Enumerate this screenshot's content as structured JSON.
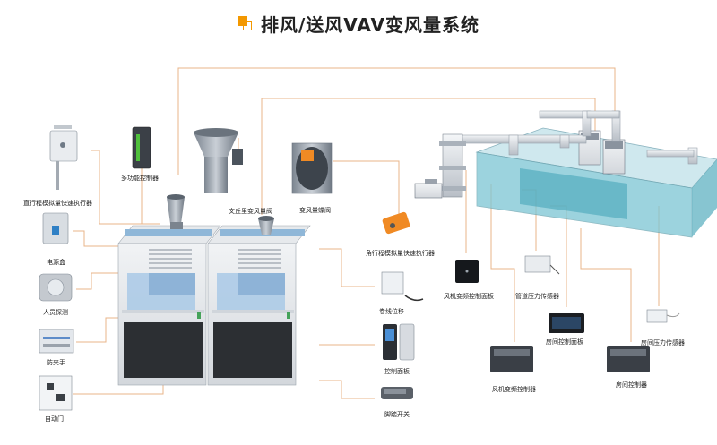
{
  "title": "排风/送风VAV变风量系统",
  "colors": {
    "line": "#e8b48a",
    "accent": "#f39800"
  },
  "labels": {
    "direct_actuator": "直行程模拟量快速执行器",
    "power_box": "电源盒",
    "person_probe": "人员探测",
    "anti_pinch": "防夹手",
    "auto_door": "自动门",
    "multi_controller": "多功能控制器",
    "venturi_valve": "文丘里变风量阀",
    "vav_damper": "变风量蝶阀",
    "angle_actuator": "角行程模拟量快速执行器",
    "sash_sensor": "卷线位移",
    "control_panel": "控制面板",
    "foot_switch": "脚踏开关",
    "fan_vfd_panel": "风机变频控制面板",
    "duct_pressure_sensor": "管道压力传感器",
    "room_control_panel": "房间控制面板",
    "room_pressure_sensor": "房间压力传感器",
    "fan_vfd_controller": "风机变频控制器",
    "room_controller": "房间控制器"
  }
}
